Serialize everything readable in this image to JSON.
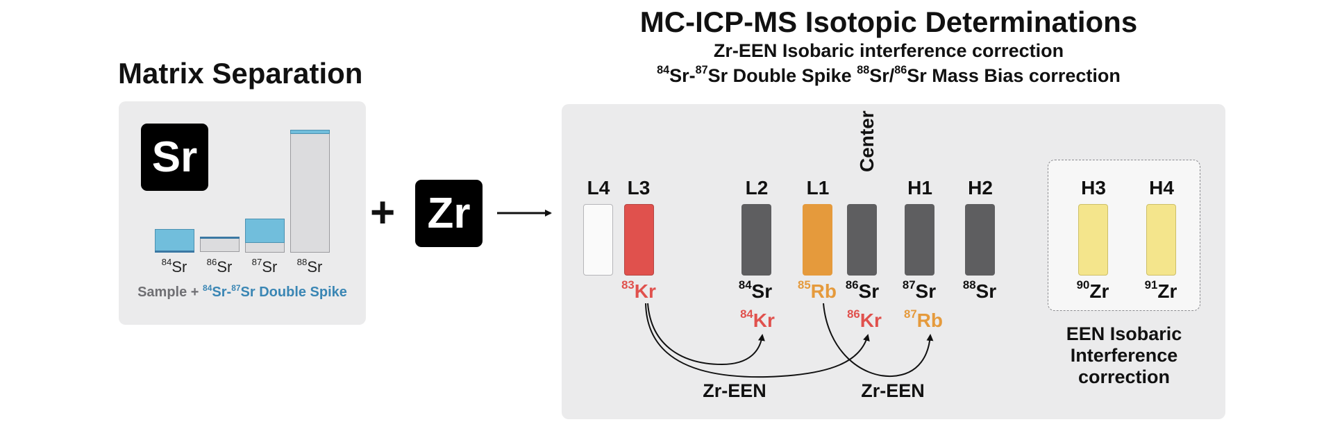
{
  "matrix": {
    "title": "Matrix Separation",
    "tile_symbol": "Sr",
    "bars": [
      {
        "label_sup": "84",
        "label_el": "Sr",
        "composition": "spike-dominated"
      },
      {
        "label_sup": "86",
        "label_el": "Sr",
        "composition": "sample-dominated"
      },
      {
        "label_sup": "87",
        "label_el": "Sr",
        "composition": "mixed"
      },
      {
        "label_sup": "88",
        "label_el": "Sr",
        "composition": "sample-dominated"
      }
    ],
    "caption_sample": "Sample +",
    "caption_spike_sup1": "84",
    "caption_spike_mid": "Sr-",
    "caption_spike_sup2": "87",
    "caption_spike_end": "Sr Double Spike"
  },
  "plus": "+",
  "zr_tile": "Zr",
  "mc": {
    "title": "MC-ICP-MS Isotopic Determinations",
    "subtitle1": "Zr-EEN Isobaric interference correction",
    "subtitle2_sup1": "84",
    "subtitle2_a": "Sr-",
    "subtitle2_sup2": "87",
    "subtitle2_b": "Sr Double Spike",
    "subtitle2_sup3": "88",
    "subtitle2_c": "Sr/",
    "subtitle2_sup4": "86",
    "subtitle2_d": "Sr Mass Bias correction"
  },
  "cups": [
    {
      "name": "L4",
      "primary_sup": "",
      "primary_el": "",
      "secondary_sup": "",
      "secondary_el": ""
    },
    {
      "name": "L3",
      "primary_sup": "83",
      "primary_el": "Kr",
      "secondary_sup": "",
      "secondary_el": ""
    },
    {
      "name": "L2",
      "primary_sup": "84",
      "primary_el": "Sr",
      "secondary_sup": "84",
      "secondary_el": "Kr"
    },
    {
      "name": "L1",
      "primary_sup": "85",
      "primary_el": "Rb",
      "secondary_sup": "",
      "secondary_el": ""
    },
    {
      "name": "Center",
      "primary_sup": "86",
      "primary_el": "Sr",
      "secondary_sup": "86",
      "secondary_el": "Kr"
    },
    {
      "name": "H1",
      "primary_sup": "87",
      "primary_el": "Sr",
      "secondary_sup": "87",
      "secondary_el": "Rb"
    },
    {
      "name": "H2",
      "primary_sup": "88",
      "primary_el": "Sr",
      "secondary_sup": "",
      "secondary_el": ""
    },
    {
      "name": "H3",
      "primary_sup": "90",
      "primary_el": "Zr",
      "secondary_sup": "",
      "secondary_el": ""
    },
    {
      "name": "H4",
      "primary_sup": "91",
      "primary_el": "Zr",
      "secondary_sup": "",
      "secondary_el": ""
    }
  ],
  "een": {
    "caption_line1": "EEN Isobaric",
    "caption_line2": "Interference",
    "caption_line3": "correction",
    "arrow_label_left": "Zr-EEN",
    "arrow_label_right": "Zr-EEN"
  },
  "colors": {
    "panel": "#ebebec",
    "kr_red": "#e0514d",
    "rb_orange": "#e59a3c",
    "sr_gray": "#5e5e60",
    "zr_yellow": "#f4e58c",
    "spike_blue": "#71bedc",
    "sample_gray": "#dcdcde"
  }
}
